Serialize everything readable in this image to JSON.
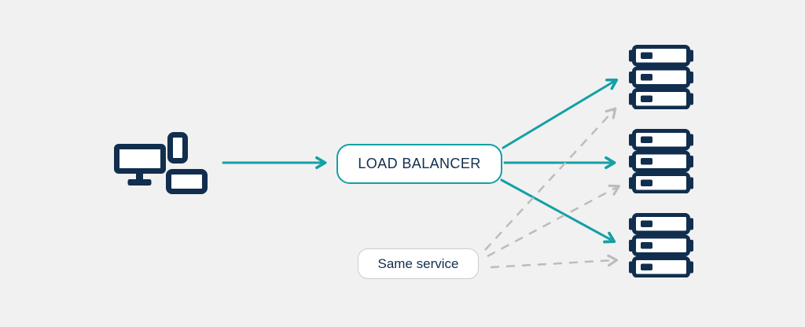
{
  "diagram": {
    "colors": {
      "page_bg": "#f1f1f1",
      "teal": "#14a0a5",
      "navy": "#112e4e",
      "gray_dash": "#bcbcbc",
      "gray_border": "#cccccc",
      "box_fill": "#ffffff"
    },
    "load_balancer": {
      "label": "LOAD BALANCER"
    },
    "same_service": {
      "label": "Same service"
    },
    "nodes": {
      "clients": {
        "icon": "client-devices-icon",
        "description": "desktop, phone and tablet clients"
      },
      "servers": [
        {
          "id": "server-1",
          "icon": "server-stack-icon"
        },
        {
          "id": "server-2",
          "icon": "server-stack-icon"
        },
        {
          "id": "server-3",
          "icon": "server-stack-icon"
        }
      ]
    },
    "edges": [
      {
        "from": "clients",
        "to": "load-balancer",
        "style": "solid-teal-arrow"
      },
      {
        "from": "load-balancer",
        "to": "server-1",
        "style": "solid-teal-arrow"
      },
      {
        "from": "load-balancer",
        "to": "server-2",
        "style": "solid-teal-arrow"
      },
      {
        "from": "load-balancer",
        "to": "server-3",
        "style": "solid-teal-arrow"
      },
      {
        "from": "same-service",
        "to": "server-1",
        "style": "dashed-gray-arrow"
      },
      {
        "from": "same-service",
        "to": "server-2",
        "style": "dashed-gray-arrow"
      },
      {
        "from": "same-service",
        "to": "server-3",
        "style": "dashed-gray-arrow"
      }
    ]
  }
}
